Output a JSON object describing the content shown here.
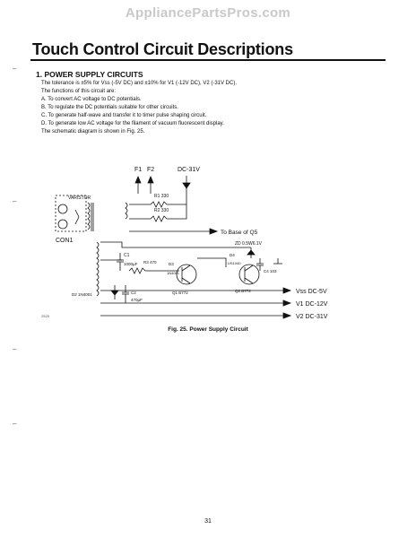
{
  "watermark": "AppliancePartsPros.com",
  "title": "Touch Control Circuit Descriptions",
  "section": {
    "heading": "1. POWER SUPPLY CIRCUITS",
    "lines": [
      "The tolerance is ±5% for Vss (-5V DC) and ±10% for V1 (-12V DC), V2 (-31V DC).",
      "The functions of this circuit are:",
      "A. To convert AC voltage to DC potentials.",
      "B. To regulate the DC potentials suitable for other circuits.",
      "C. To generate half-wave and transfer it to timer pulse shaping circuit.",
      "D. To generate low AC voltage for the filament of vacuum fluorescent display.",
      "The schematic diagram is shown in Fig. 25."
    ]
  },
  "schematic": {
    "labels": {
      "f1": "F1",
      "f2": "F2",
      "dc31": "DC-31V",
      "varistor": "VARISTOR",
      "r1": "R1 330",
      "r2": "R2 330",
      "con1": "CON1",
      "to_base": "To Base of Q5",
      "zd": "ZD 0.5W6.1V",
      "c1": "C1",
      "c1v": "1000µF",
      "r3": "R3 470",
      "d3": "D3",
      "d3p": "1N4001",
      "d4": "D4",
      "d4p": "US1040",
      "c4": "C4 103",
      "d2": "D2 1N4001",
      "c2": "C2",
      "c2v": "470µF",
      "q1": "Q1 B772",
      "q2": "Q2 B772",
      "vss": "Vss DC-5V",
      "v1": "V1 DC-12V",
      "v2": "V2 DC-31V"
    }
  },
  "caption": "Fig. 25. Power Supply Circuit",
  "small_note": "2525",
  "page_number": "31"
}
